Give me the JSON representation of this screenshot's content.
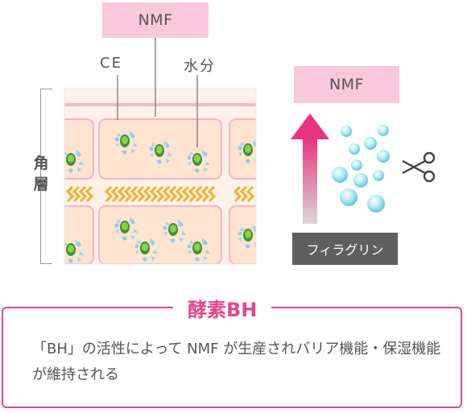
{
  "labels": {
    "nmf_top": "NMF",
    "nmf_right": "NMF",
    "ce": "CE",
    "water": "水分",
    "stratum_corneum": "角層",
    "filaggrin": "フィラグリン"
  },
  "enzyme": {
    "title": "酵素BH",
    "description": "「BH」の活性によって NMF が生産されバリア機能・保湿機能が維持される"
  },
  "colors": {
    "pink_label": "#f9c9db",
    "accent_pink": "#e4468c",
    "cell_fill": "#fde3d0",
    "droplet": "#8fd6e8",
    "lipid": "#f2b12a",
    "nmf_core": "#7cb342"
  },
  "icons": [
    "scissors-icon",
    "up-arrow-icon"
  ]
}
